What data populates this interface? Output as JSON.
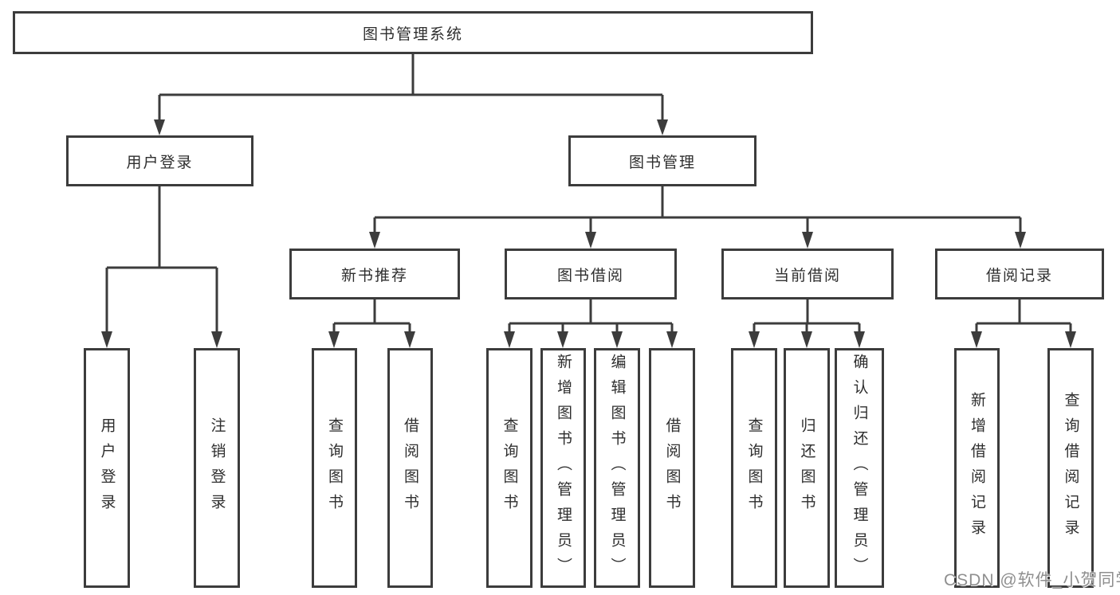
{
  "diagram_type": "hierarchy-tree",
  "nodes": {
    "root": "图书管理系统",
    "user_login": "用户登录",
    "book_mgmt": "图书管理",
    "new_book_rec": "新书推荐",
    "book_borrow": "图书借阅",
    "current_borrow": "当前借阅",
    "borrow_records": "借阅记录",
    "ul_user_login": "用户登录",
    "ul_logout": "注销登录",
    "nr_query_book": "查询图书",
    "nr_borrow_book": "借阅图书",
    "bb_query_book": "查询图书",
    "bb_add_book": "新增图书（管理员）",
    "bb_edit_book": "编辑图书（管理员）",
    "bb_borrow_book": "借阅图书",
    "cb_query_book": "查询图书",
    "cb_return_book": "归还图书",
    "cb_confirm_return": "确认归还（管理员）",
    "br_add_record": "新增借阅记录",
    "br_query_record": "查询借阅记录"
  },
  "watermark": "CSDN @软件_小贺同学",
  "colors": {
    "line": "#3c3c3c",
    "box_border": "#3c3c3c",
    "text": "#2e2e2e",
    "watermark": "#8f8f8f",
    "background": "#ffffff"
  }
}
